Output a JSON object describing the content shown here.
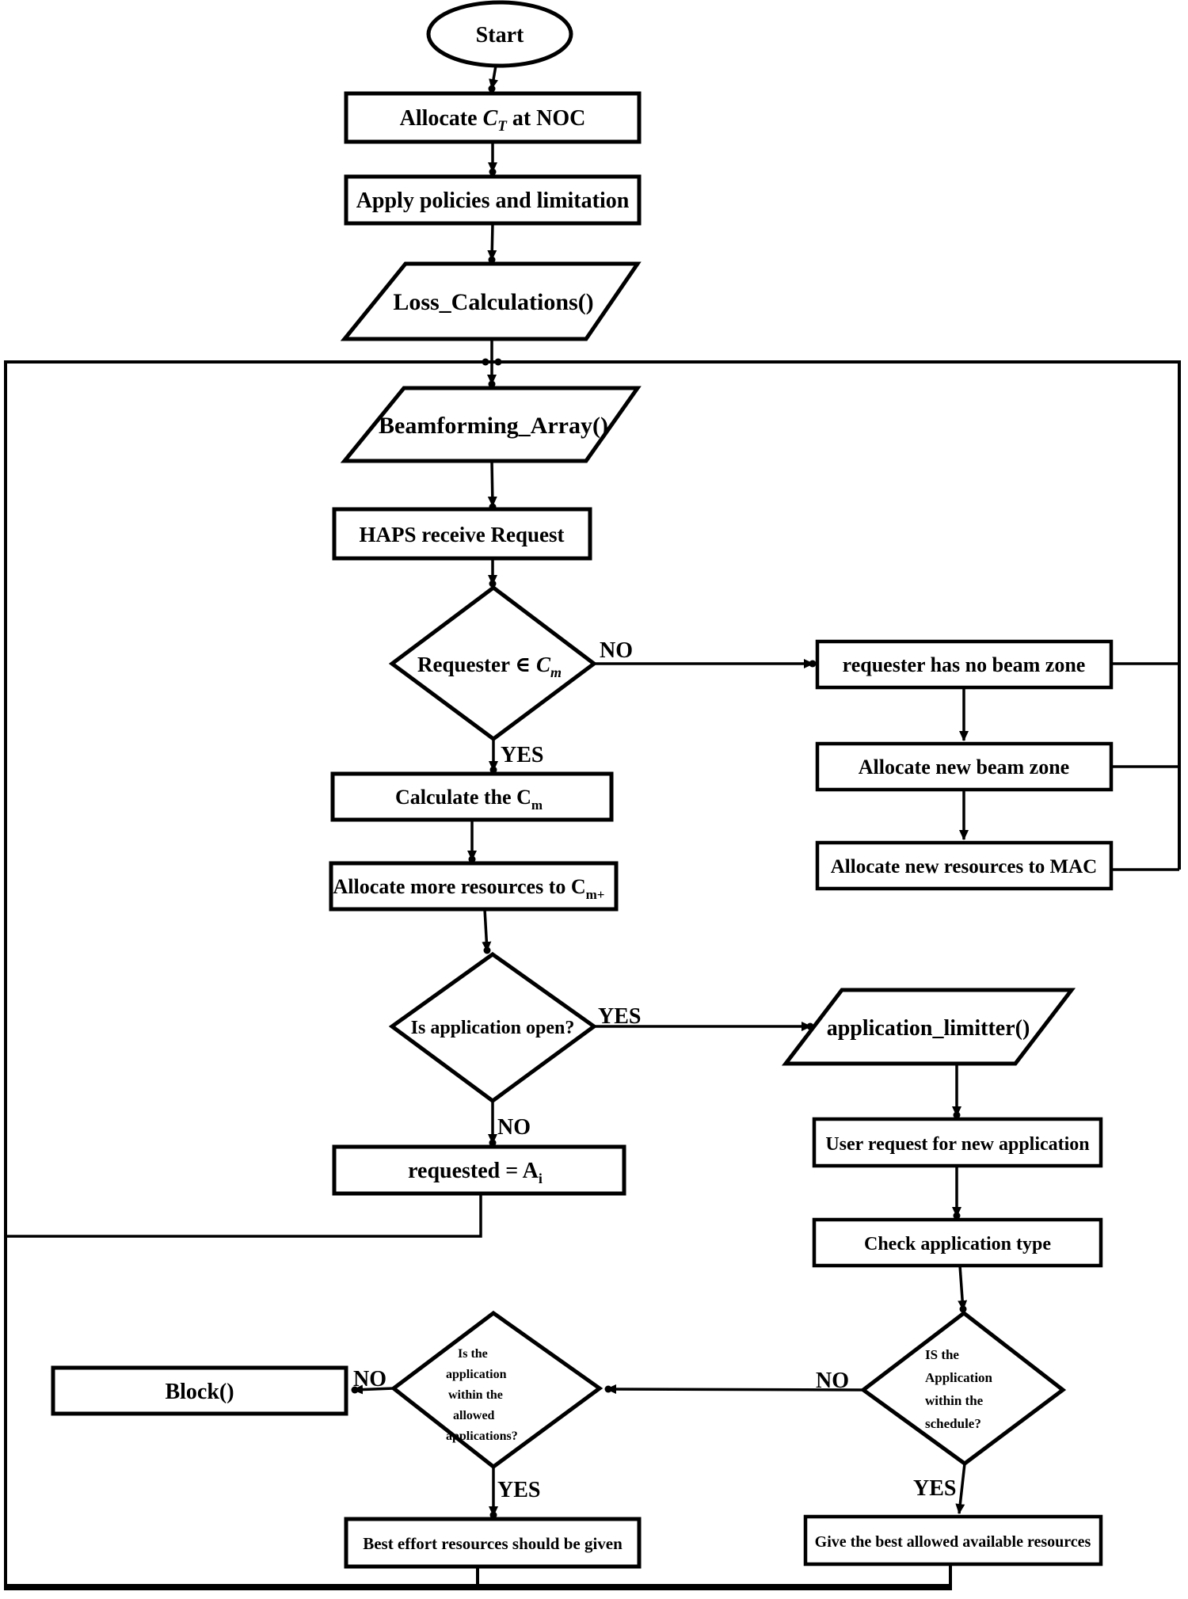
{
  "diagram": {
    "title": "HAPS resource allocation flowchart",
    "background": "#ffffff",
    "stroke_color": "#000000",
    "nodes": {
      "start": {
        "label": "Start"
      },
      "allocate_ct": {
        "pre": "Allocate ",
        "var": "C",
        "sub": "T",
        "post": " at NOC"
      },
      "apply_policies": {
        "label": "Apply policies and limitation"
      },
      "loss_calculations": {
        "label": "Loss_Calculations()"
      },
      "beamforming_array": {
        "label": "Beamforming_Array()"
      },
      "haps_receive": {
        "label": "HAPS receive Request"
      },
      "requester_in_cm": {
        "pre": "Requester ∈ ",
        "var": "C",
        "sub": "m"
      },
      "requester_no_beam": {
        "label": "requester has no beam zone"
      },
      "allocate_new_beam_zone": {
        "label": "Allocate new beam zone"
      },
      "allocate_new_resources_mac": {
        "label": "Allocate new resources to MAC"
      },
      "calculate_cm": {
        "pre": "Calculate the C",
        "sub": "m"
      },
      "allocate_more_resources": {
        "pre": "Allocate more resources to C",
        "sub": "m+"
      },
      "is_application_open": {
        "label": "Is application open?"
      },
      "application_limitter": {
        "label": "application_limitter()"
      },
      "requested_ai": {
        "pre": "requested = A",
        "sub": "i"
      },
      "user_request_new_app": {
        "label": "User request for new application"
      },
      "check_application_type": {
        "label": "Check application type"
      },
      "is_app_within_schedule": {
        "lines": [
          "IS the",
          "Application",
          "within the",
          "schedule?"
        ]
      },
      "is_app_within_allowed": {
        "lines": [
          "Is the",
          "application",
          "within the",
          "allowed",
          "applications?"
        ]
      },
      "block": {
        "label": "Block()"
      },
      "best_effort": {
        "label": "Best effort resources should be given"
      },
      "give_best": {
        "label": "Give the best allowed available resources"
      }
    },
    "edge_labels": {
      "requester_no": "NO",
      "requester_yes": "YES",
      "app_open_yes": "YES",
      "app_open_no": "NO",
      "schedule_no": "NO",
      "schedule_yes": "YES",
      "allowed_no": "NO",
      "allowed_yes": "YES"
    }
  }
}
